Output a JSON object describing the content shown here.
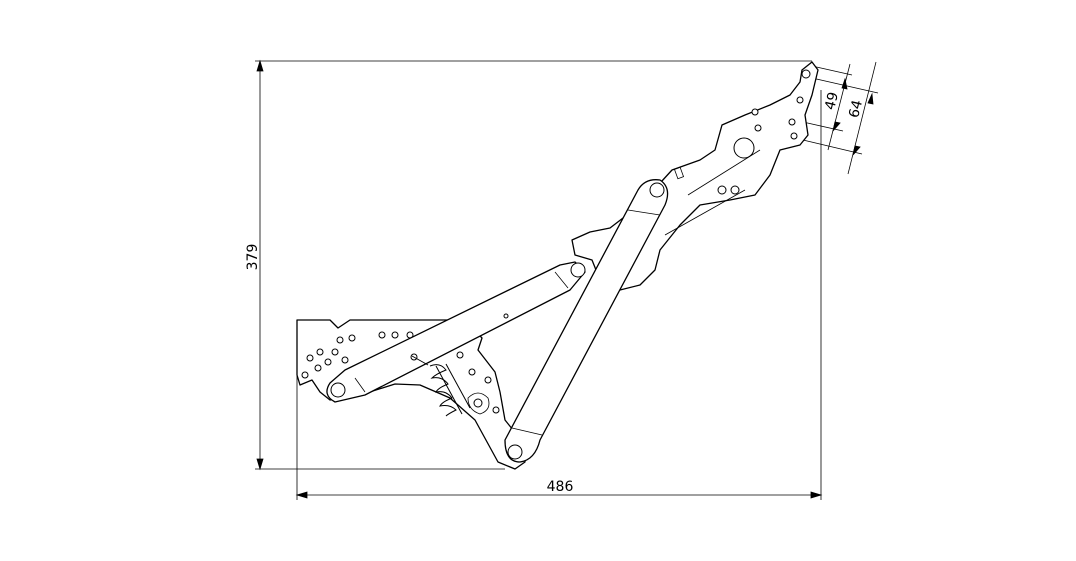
{
  "dimensions": {
    "height": "379",
    "width": "486",
    "offset_small": "49",
    "offset_large": "64"
  },
  "colors": {
    "line": "#000000",
    "background": "#ffffff"
  }
}
